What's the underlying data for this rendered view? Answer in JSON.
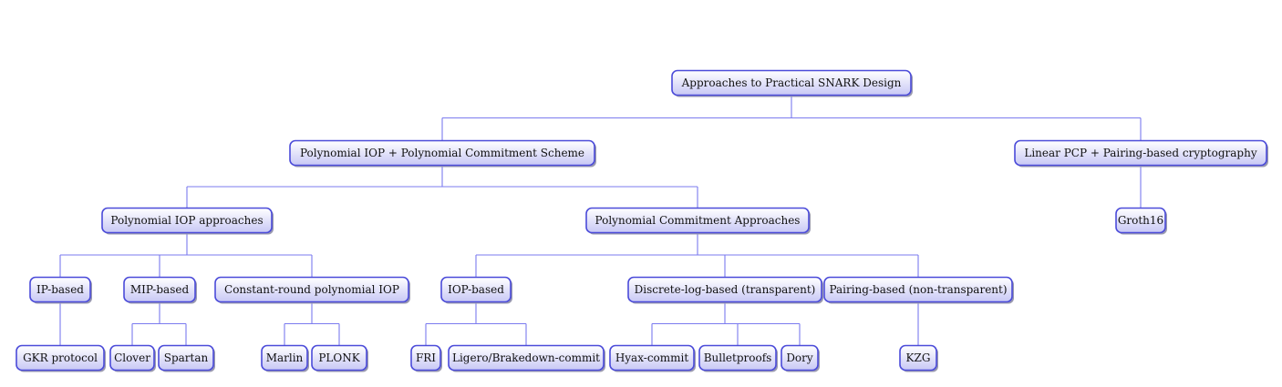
{
  "diagram": {
    "root": {
      "id": "root",
      "label": "Approaches to Practical SNARK Design",
      "children": [
        {
          "id": "piop_pcs",
          "label": "Polynomial IOP + Polynomial Commitment Scheme",
          "children": [
            {
              "id": "piop_approaches",
              "label": "Polynomial IOP approaches",
              "children": [
                {
                  "id": "ip_based",
                  "label": "IP-based",
                  "children": [
                    {
                      "id": "gkr",
                      "label": "GKR protocol",
                      "children": []
                    }
                  ]
                },
                {
                  "id": "mip_based",
                  "label": "MIP-based",
                  "children": [
                    {
                      "id": "clover",
                      "label": "Clover",
                      "children": []
                    },
                    {
                      "id": "spartan",
                      "label": "Spartan",
                      "children": []
                    }
                  ]
                },
                {
                  "id": "const_round",
                  "label": "Constant-round polynomial IOP",
                  "children": [
                    {
                      "id": "marlin",
                      "label": "Marlin",
                      "children": []
                    },
                    {
                      "id": "plonk",
                      "label": "PLONK",
                      "children": []
                    }
                  ]
                }
              ]
            },
            {
              "id": "pc_approaches",
              "label": "Polynomial Commitment Approaches",
              "children": [
                {
                  "id": "iop_based",
                  "label": "IOP-based",
                  "children": [
                    {
                      "id": "fri",
                      "label": "FRI",
                      "children": []
                    },
                    {
                      "id": "ligero",
                      "label": "Ligero/Brakedown-commit",
                      "children": []
                    }
                  ]
                },
                {
                  "id": "dlog",
                  "label": "Discrete-log-based (transparent)",
                  "children": [
                    {
                      "id": "hyrax",
                      "label": "Hyax-commit",
                      "children": []
                    },
                    {
                      "id": "bulletproofs",
                      "label": "Bulletproofs",
                      "children": []
                    },
                    {
                      "id": "dory",
                      "label": "Dory",
                      "children": []
                    }
                  ]
                },
                {
                  "id": "pairing",
                  "label": "Pairing-based (non-transparent)",
                  "children": [
                    {
                      "id": "kzg",
                      "label": "KZG",
                      "children": []
                    }
                  ]
                }
              ]
            }
          ]
        },
        {
          "id": "lpcp",
          "label": "Linear PCP + Pairing-based cryptography",
          "children": [
            {
              "id": "groth16",
              "label": "Groth16",
              "children": []
            }
          ]
        }
      ]
    }
  },
  "colors": {
    "node_fill_top": "#ffffff",
    "node_fill_bottom": "#c8c8f5",
    "node_border": "#4b4bd9",
    "edge": "#7b7bef",
    "text": "#111111"
  }
}
